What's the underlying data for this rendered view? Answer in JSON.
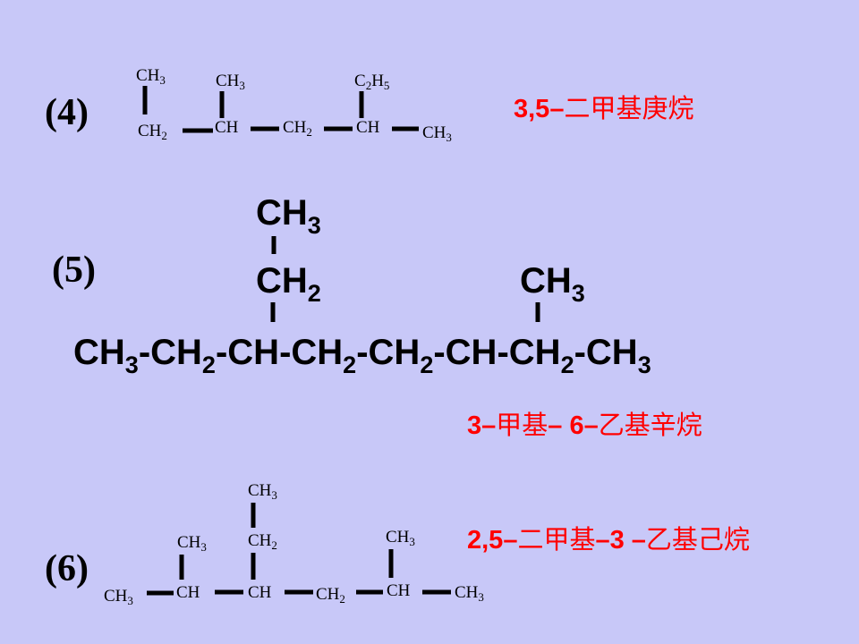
{
  "compounds": [
    {
      "number": "(4)",
      "name": {
        "locants": "3,5–",
        "text": "二甲基庚烷"
      },
      "groups": [
        {
          "id": "c1",
          "base": "CH",
          "sub": "3"
        },
        {
          "id": "c2",
          "base": "CH",
          "sub": "3"
        },
        {
          "id": "c3",
          "base": "C",
          "sub": "2",
          "base2": "H",
          "sub2": "5"
        },
        {
          "id": "c4",
          "base": "CH",
          "sub": "2"
        },
        {
          "id": "c5",
          "base": "CH",
          "sub": ""
        },
        {
          "id": "c6",
          "base": "CH",
          "sub": "2"
        },
        {
          "id": "c7",
          "base": "CH",
          "sub": ""
        },
        {
          "id": "c8",
          "base": "CH",
          "sub": "3"
        }
      ]
    },
    {
      "number": "(5)",
      "name": {
        "part1": "3–",
        "text1": "甲基",
        "part2": "– 6–",
        "text2": "乙基辛烷"
      },
      "branch_groups": [
        {
          "id": "b1",
          "base": "CH",
          "sub": "3"
        },
        {
          "id": "b2",
          "base": "CH",
          "sub": "2"
        },
        {
          "id": "b3",
          "base": "CH",
          "sub": "3"
        }
      ],
      "main_chain": [
        {
          "base": "CH",
          "sub": "3"
        },
        {
          "base": "CH",
          "sub": "2"
        },
        {
          "base": "CH",
          "sub": ""
        },
        {
          "base": "CH",
          "sub": "2"
        },
        {
          "base": "CH",
          "sub": "2"
        },
        {
          "base": "CH",
          "sub": ""
        },
        {
          "base": "CH",
          "sub": "2"
        },
        {
          "base": "CH",
          "sub": "3"
        }
      ],
      "separator": "-"
    },
    {
      "number": "(6)",
      "name": {
        "part1": "2,5–",
        "text1": "二甲基",
        "part2": "–3 –",
        "text2": "乙基己烷"
      },
      "groups": [
        {
          "id": "d1",
          "base": "CH",
          "sub": "3"
        },
        {
          "id": "d2",
          "base": "CH",
          "sub": "3"
        },
        {
          "id": "d3",
          "base": "CH",
          "sub": "2"
        },
        {
          "id": "d4",
          "base": "CH",
          "sub": "3"
        },
        {
          "id": "d5",
          "base": "CH",
          "sub": "3"
        },
        {
          "id": "d6",
          "base": "CH",
          "sub": ""
        },
        {
          "id": "d7",
          "base": "CH",
          "sub": ""
        },
        {
          "id": "d8",
          "base": "CH",
          "sub": "2"
        },
        {
          "id": "d9",
          "base": "CH",
          "sub": ""
        },
        {
          "id": "d10",
          "base": "CH",
          "sub": "3"
        }
      ]
    }
  ]
}
